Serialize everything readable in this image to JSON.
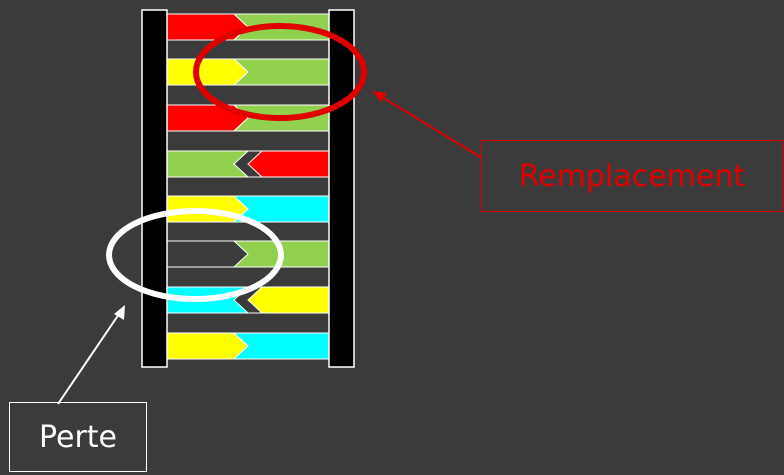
{
  "labels": {
    "replacement": "Remplacement",
    "loss": "Perte"
  },
  "colors": {
    "background": "#3b3b3b",
    "rail": "#000000",
    "rung_outline": "#ffffff",
    "red": "#ff0000",
    "green": "#92d050",
    "yellow": "#ffff00",
    "cyan": "#00ffff",
    "highlight_red": "#e00000",
    "highlight_white": "#ffffff"
  },
  "rungs": [
    {
      "left": {
        "color": "red",
        "shape": "arrow-right"
      },
      "right": {
        "color": "green",
        "shape": "notched"
      }
    },
    {
      "left": {
        "color": "yellow",
        "shape": "arrow-right"
      },
      "right": {
        "color": "green",
        "shape": "notched"
      }
    },
    {
      "left": {
        "color": "red",
        "shape": "arrow-right"
      },
      "right": {
        "color": "green",
        "shape": "notched"
      }
    },
    {
      "left": {
        "color": "green",
        "shape": "notched"
      },
      "right": {
        "color": "red",
        "shape": "arrow-left"
      }
    },
    {
      "left": {
        "color": "yellow",
        "shape": "arrow-right"
      },
      "right": {
        "color": "cyan",
        "shape": "notched"
      }
    },
    {
      "left": null,
      "right": {
        "color": "green",
        "shape": "notched"
      }
    },
    {
      "left": {
        "color": "cyan",
        "shape": "notched"
      },
      "right": {
        "color": "yellow",
        "shape": "arrow-left"
      }
    },
    {
      "left": {
        "color": "yellow",
        "shape": "arrow-right"
      },
      "right": {
        "color": "cyan",
        "shape": "notched"
      }
    }
  ]
}
